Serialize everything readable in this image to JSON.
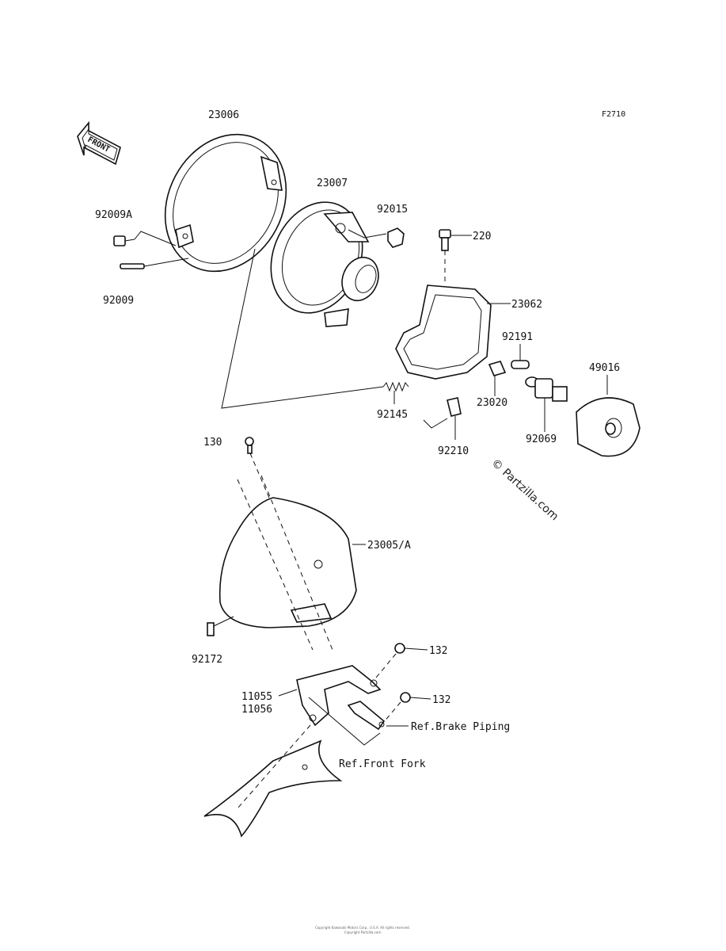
{
  "figure_code": "F2710",
  "front_arrow": "FRONT",
  "watermark": "© Partzilla.com",
  "footer": [
    "Copyright Kawasaki Motors Corp., U.S.A. All rights reserved.",
    "Copyright Partzilla.com"
  ],
  "labels": [
    {
      "id": "23006",
      "text": "23006"
    },
    {
      "id": "23007",
      "text": "23007"
    },
    {
      "id": "92015",
      "text": "92015"
    },
    {
      "id": "220",
      "text": "220"
    },
    {
      "id": "23062",
      "text": "23062"
    },
    {
      "id": "92009a",
      "text": "92009A"
    },
    {
      "id": "92009",
      "text": "92009"
    },
    {
      "id": "92191",
      "text": "92191"
    },
    {
      "id": "49016",
      "text": "49016"
    },
    {
      "id": "92145",
      "text": "92145"
    },
    {
      "id": "23020",
      "text": "23020"
    },
    {
      "id": "92069",
      "text": "92069"
    },
    {
      "id": "92210",
      "text": "92210"
    },
    {
      "id": "130",
      "text": "130"
    },
    {
      "id": "23005a",
      "text": "23005/A"
    },
    {
      "id": "92172",
      "text": "92172"
    },
    {
      "id": "132a",
      "text": "132"
    },
    {
      "id": "132b",
      "text": "132"
    },
    {
      "id": "11055",
      "text": "11055"
    },
    {
      "id": "11056",
      "text": "11056"
    },
    {
      "id": "ref-brake",
      "text": "Ref.Brake Piping"
    },
    {
      "id": "ref-fork",
      "text": "Ref.Front Fork"
    }
  ]
}
